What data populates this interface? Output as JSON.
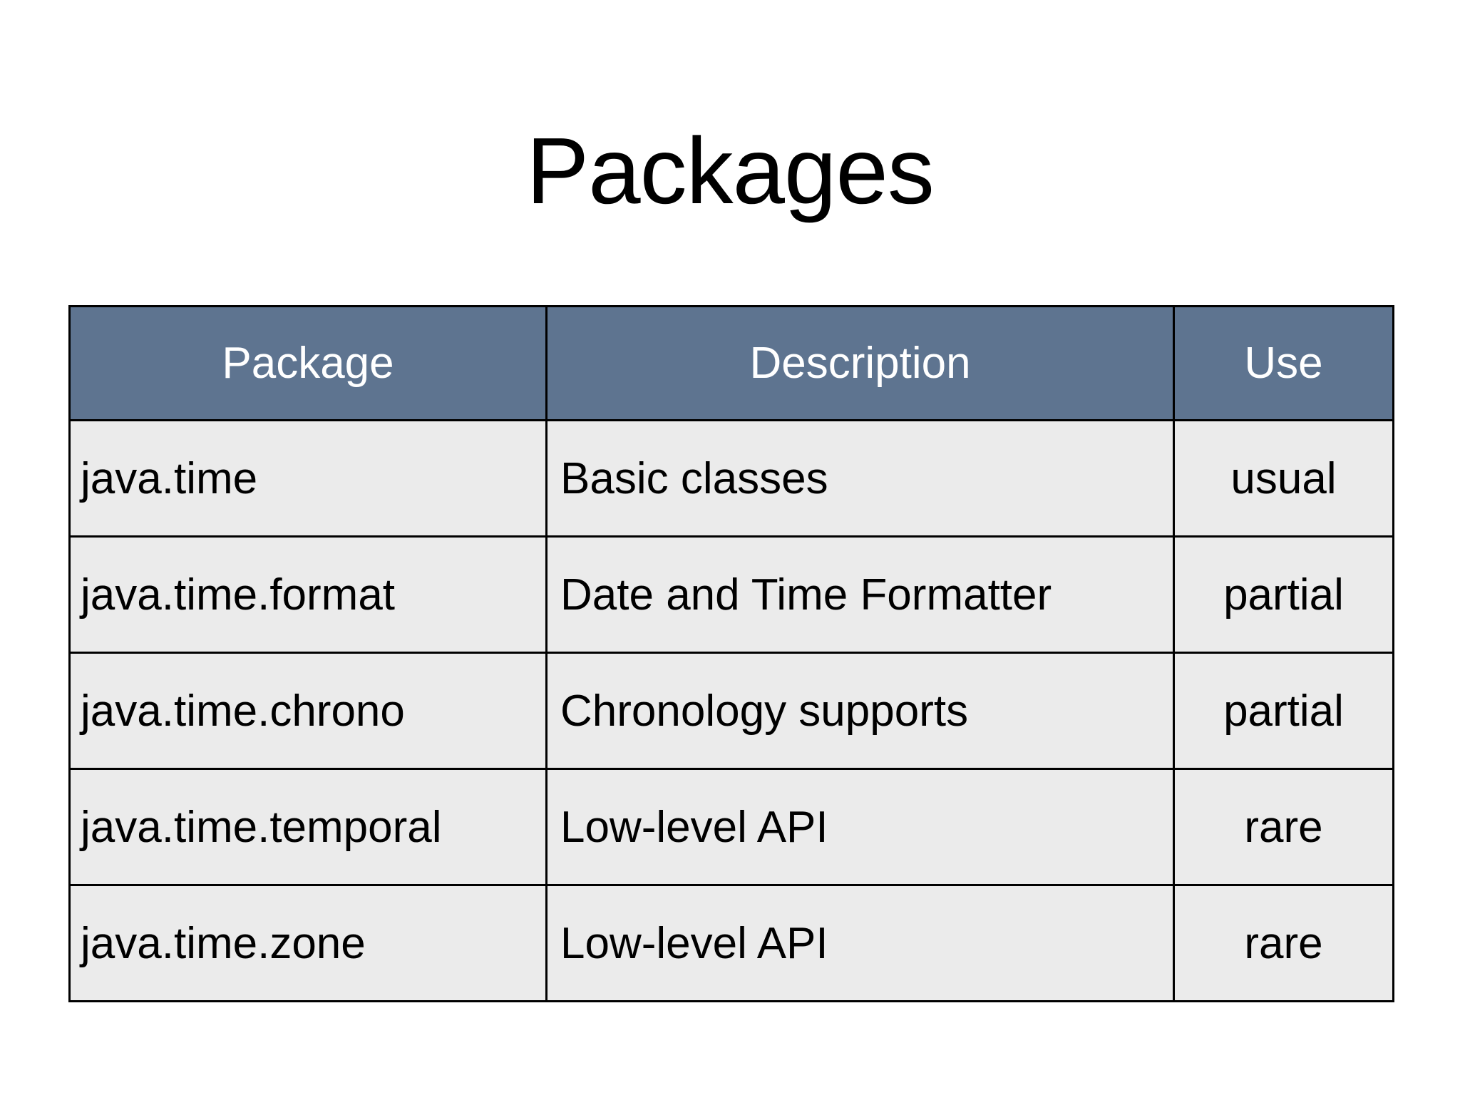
{
  "slide": {
    "title": "Packages",
    "background_color": "#ffffff"
  },
  "table": {
    "header_background_color": "#5e7490",
    "header_text_color": "#ffffff",
    "row_background_color": "#ebebeb",
    "border_color": "#000000",
    "columns": [
      {
        "key": "package",
        "label": "Package",
        "align": "center"
      },
      {
        "key": "description",
        "label": "Description",
        "align": "center"
      },
      {
        "key": "use",
        "label": "Use",
        "align": "center"
      }
    ],
    "rows": [
      {
        "package": "java.time",
        "description": "Basic classes",
        "use": "usual"
      },
      {
        "package": "java.time.format",
        "description": "Date and Time Formatter",
        "use": "partial"
      },
      {
        "package": "java.time.chrono",
        "description": "Chronology supports",
        "use": "partial"
      },
      {
        "package": "java.time.temporal",
        "description": "Low-level API",
        "use": "rare"
      },
      {
        "package": "java.time.zone",
        "description": "Low-level API",
        "use": "rare"
      }
    ]
  }
}
